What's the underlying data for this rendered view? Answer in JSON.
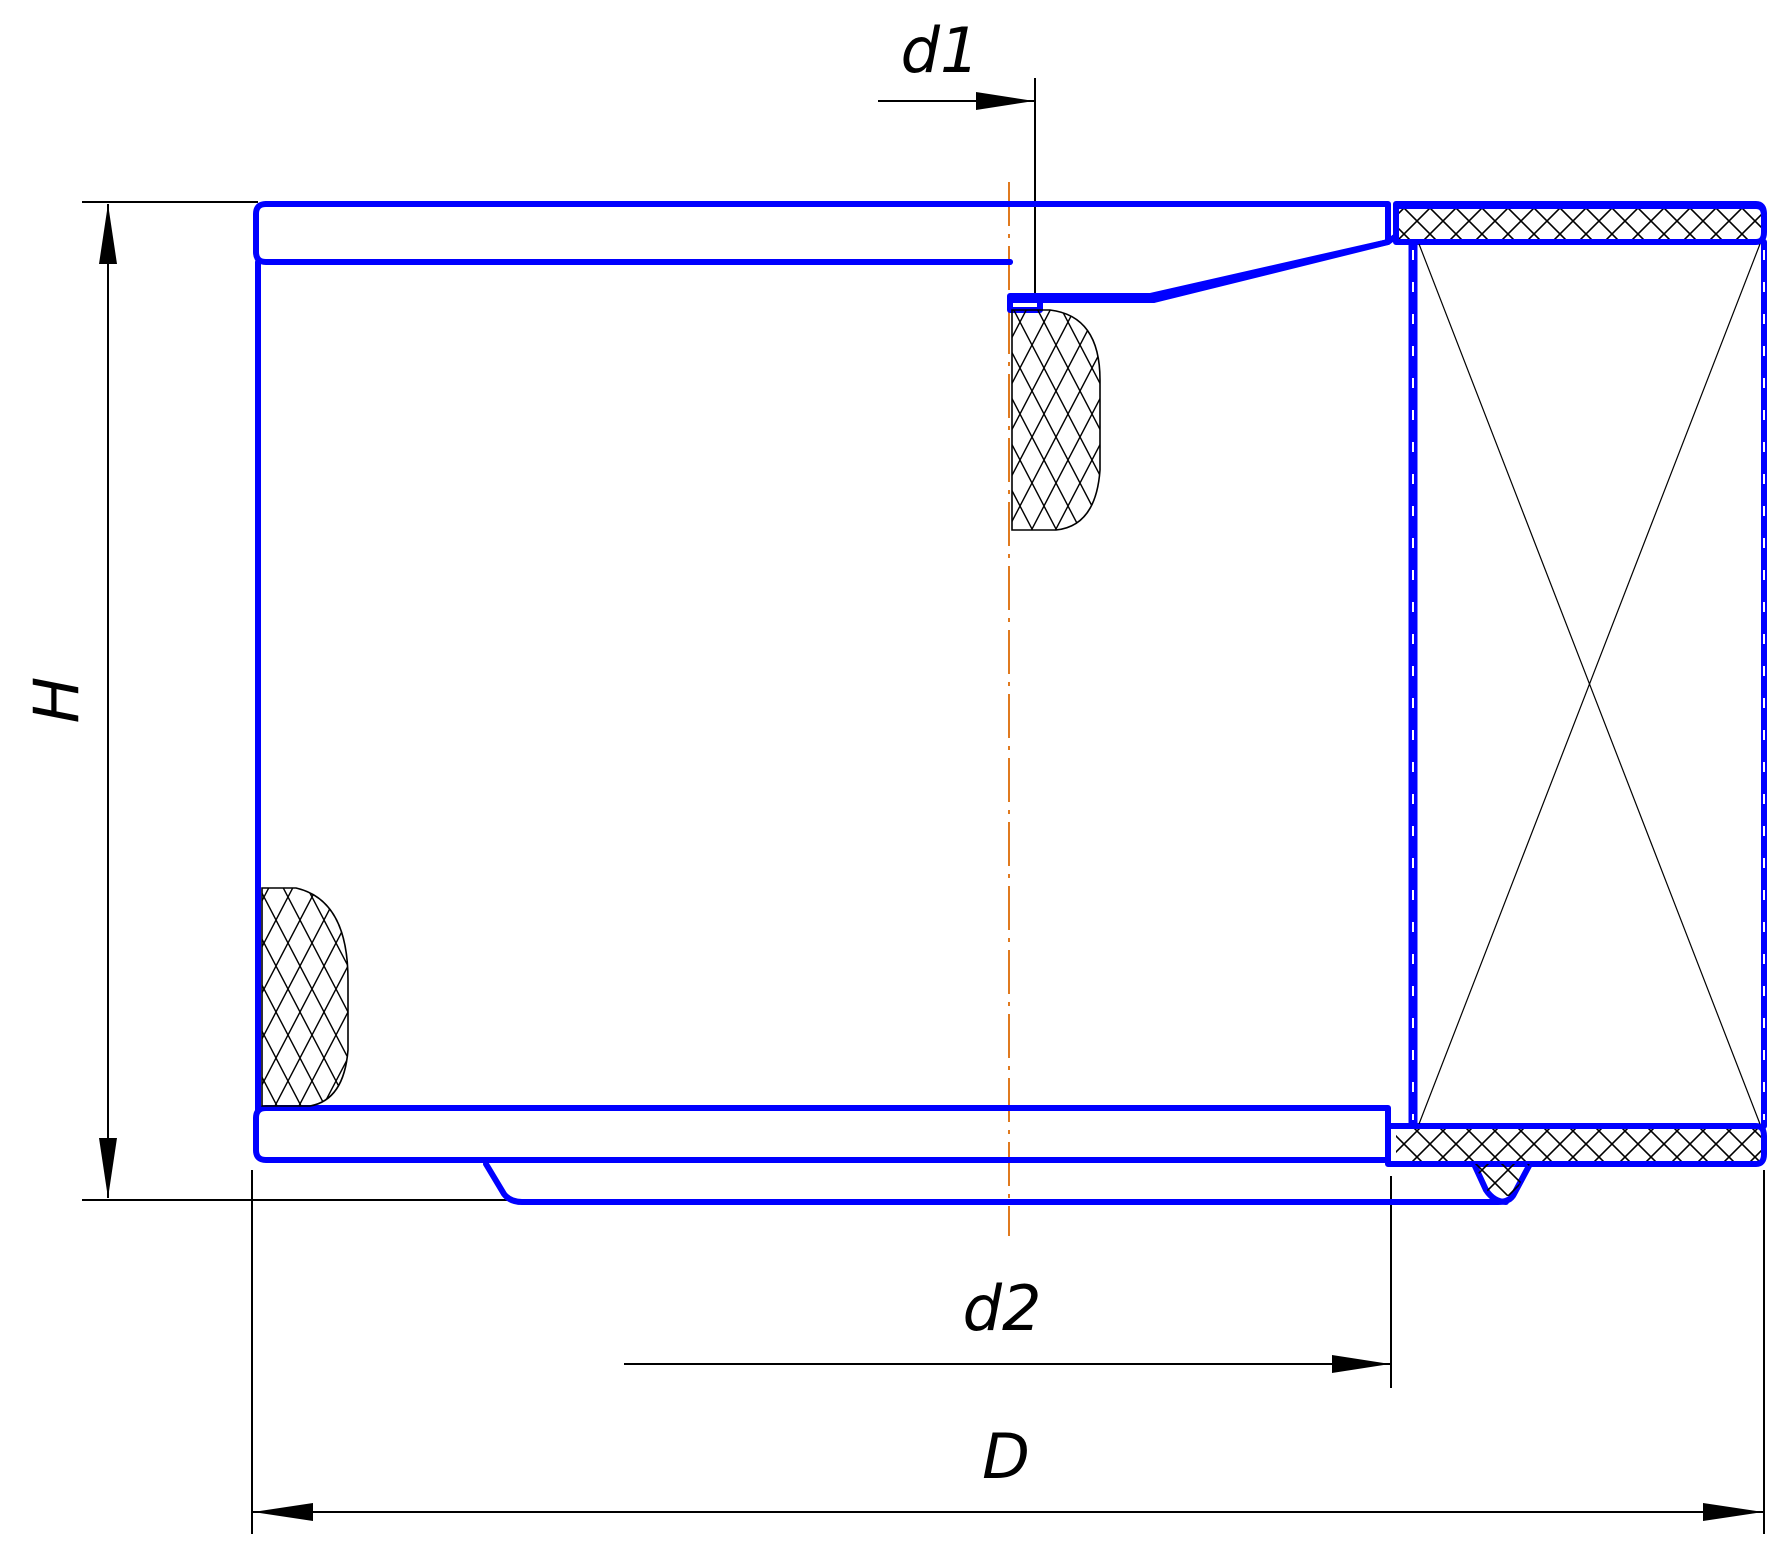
{
  "labels": {
    "d1": "d1",
    "d2": "d2",
    "D": "D",
    "H": "H"
  },
  "colors": {
    "outline": "#0000ff",
    "axis": "#e07a1f",
    "dimension": "#000000"
  }
}
